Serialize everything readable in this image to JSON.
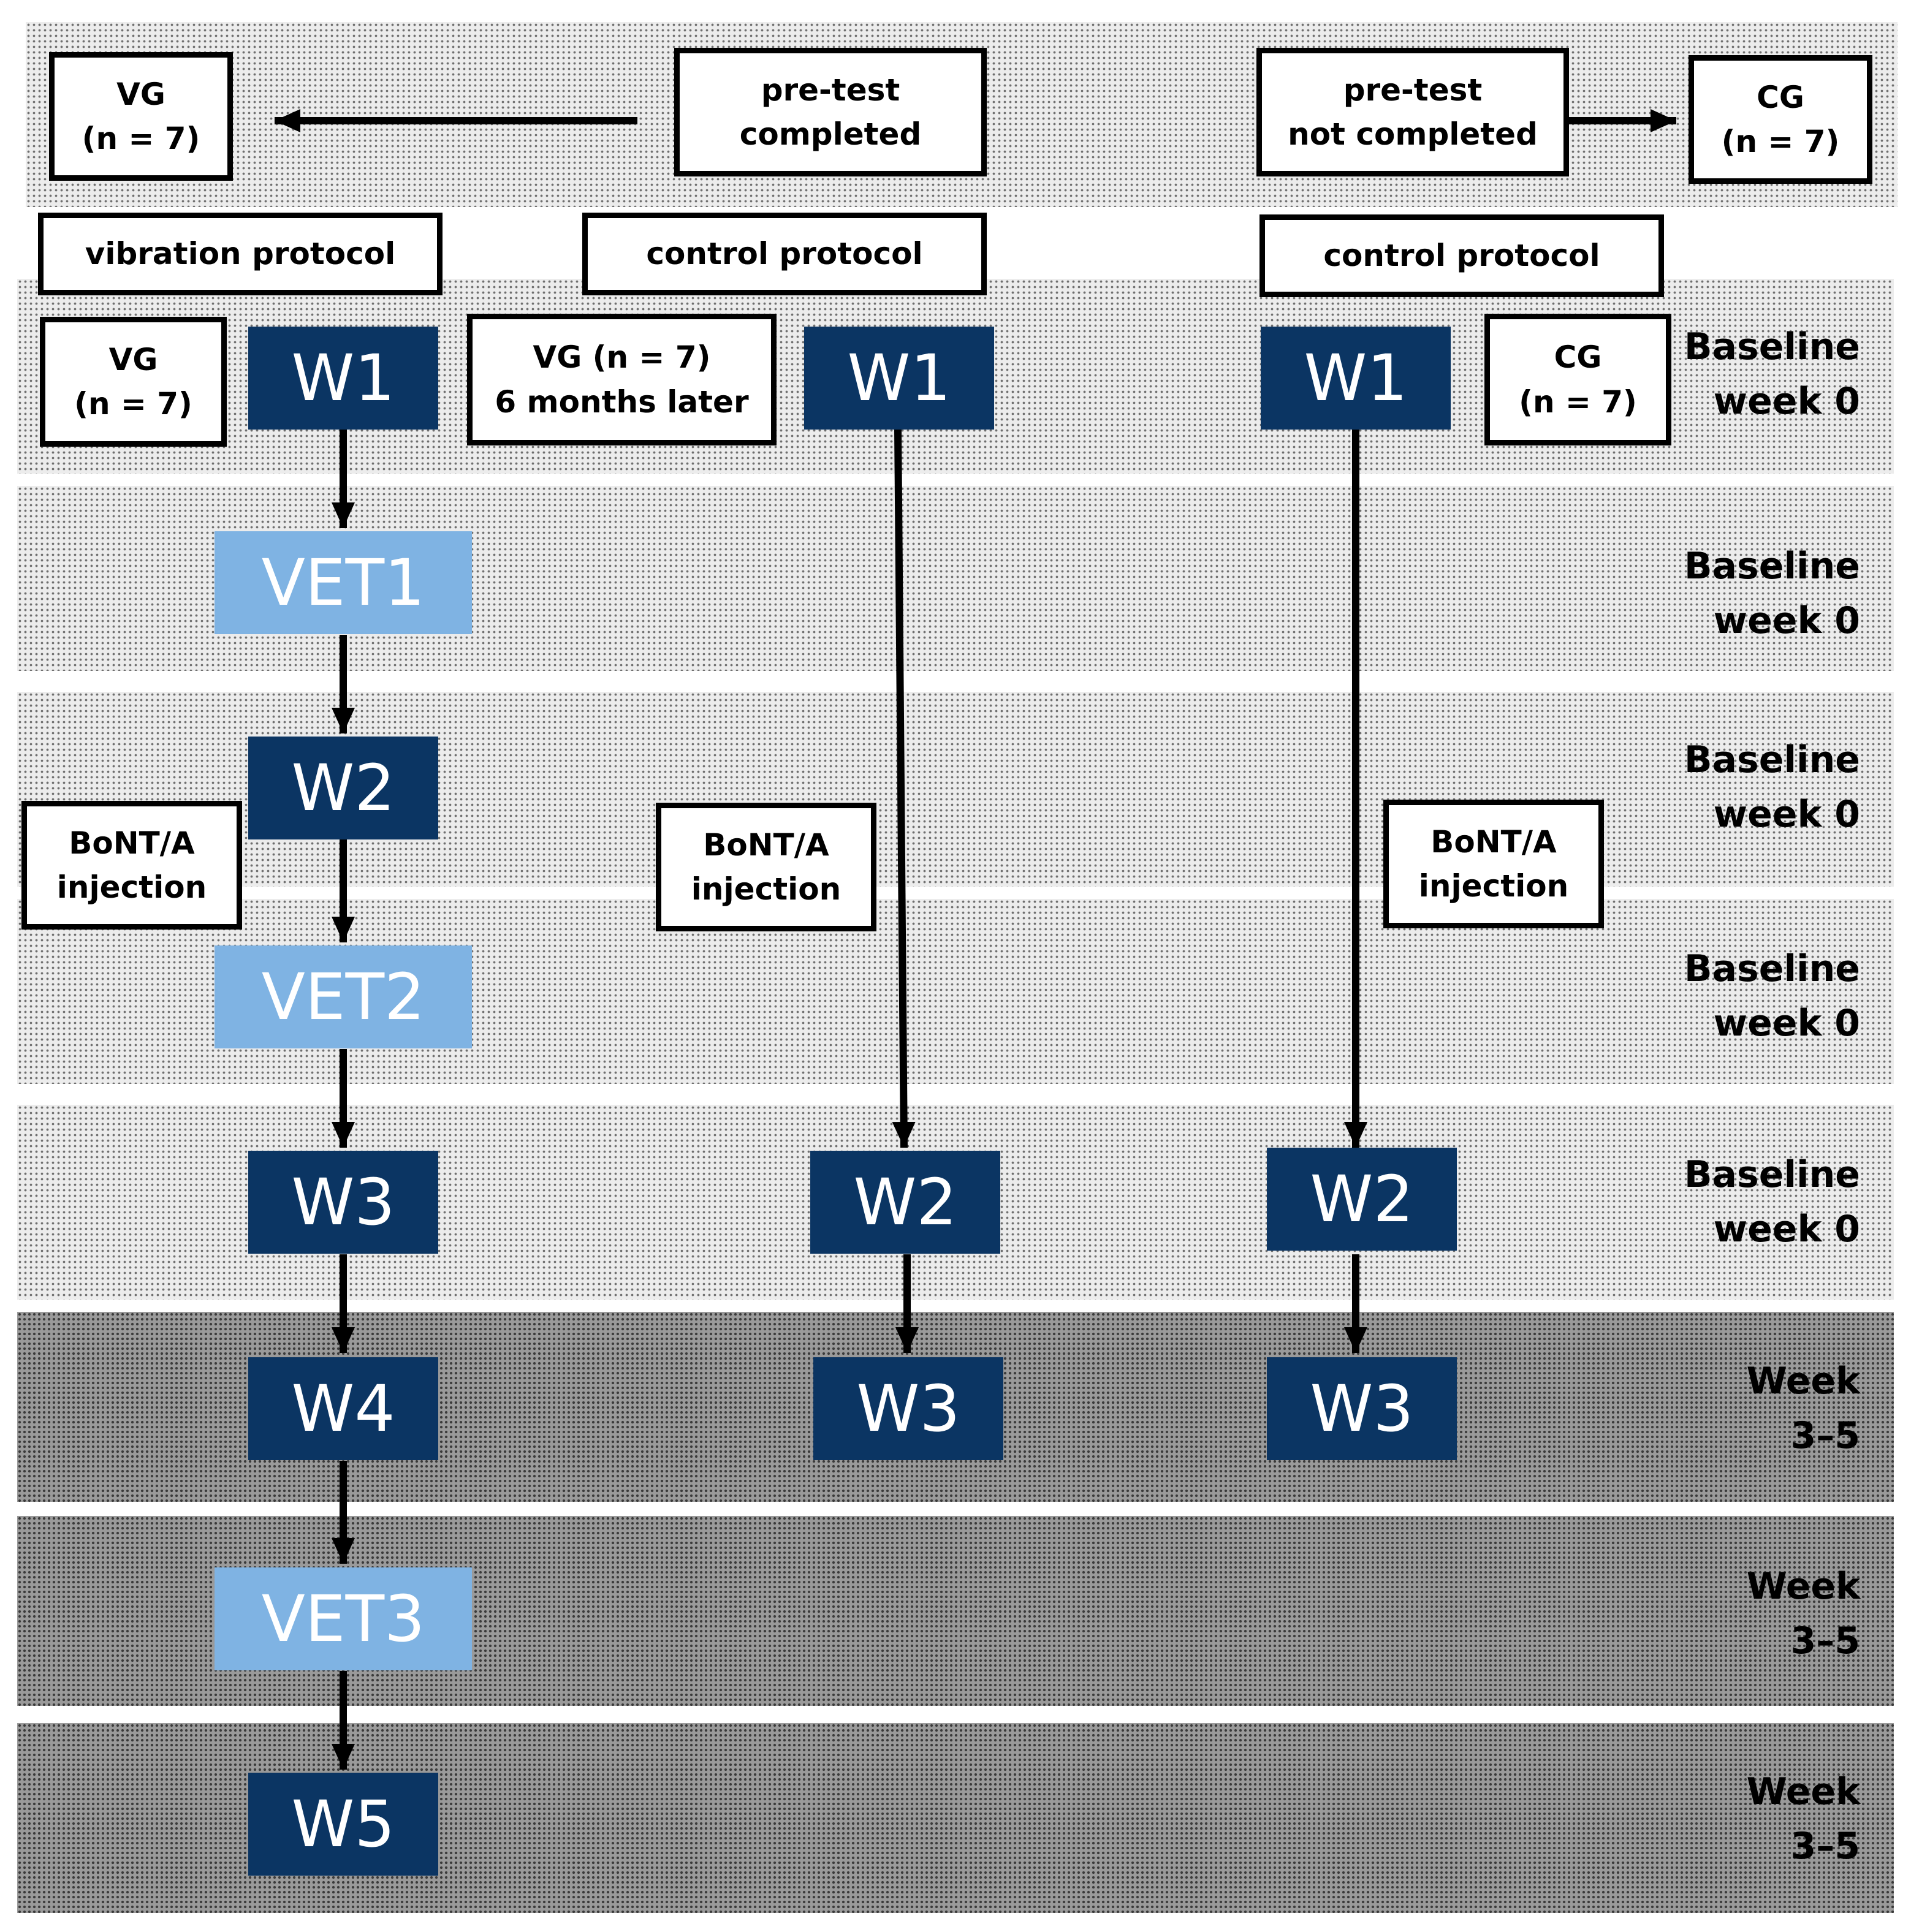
{
  "header": {
    "vg_group": "VG\n(n = 7)",
    "pretest_completed": "pre-test\ncompleted",
    "pretest_not_completed": "pre-test\nnot completed",
    "cg_group": "CG\n(n = 7)"
  },
  "protocols": {
    "vibration": "vibration protocol",
    "control_1": "control protocol",
    "control_2": "control protocol"
  },
  "groups": {
    "vg_start": "VG\n(n = 7)",
    "vg_later": "VG (n = 7)\n6 months later",
    "cg_start": "CG\n(n = 7)"
  },
  "vibration_column": [
    "W1",
    "VET1",
    "W2",
    "VET2",
    "W3",
    "W4",
    "VET3",
    "W5"
  ],
  "control_column_1": [
    "W1",
    "W2",
    "W3"
  ],
  "control_column_2": [
    "W1",
    "W2",
    "W3"
  ],
  "injection_label": "BoNT/A\ninjection",
  "row_labels": [
    "Baseline\nweek 0",
    "Baseline\nweek 0",
    "Baseline\nweek 0",
    "Baseline\nweek 0",
    "Baseline\nweek 0",
    "Week\n3–5",
    "Week\n3–5",
    "Week\n3–5"
  ],
  "colors": {
    "measurement_box": "#0b3563",
    "vibration_session_box": "#7fb3e3",
    "outline": "#000000"
  }
}
